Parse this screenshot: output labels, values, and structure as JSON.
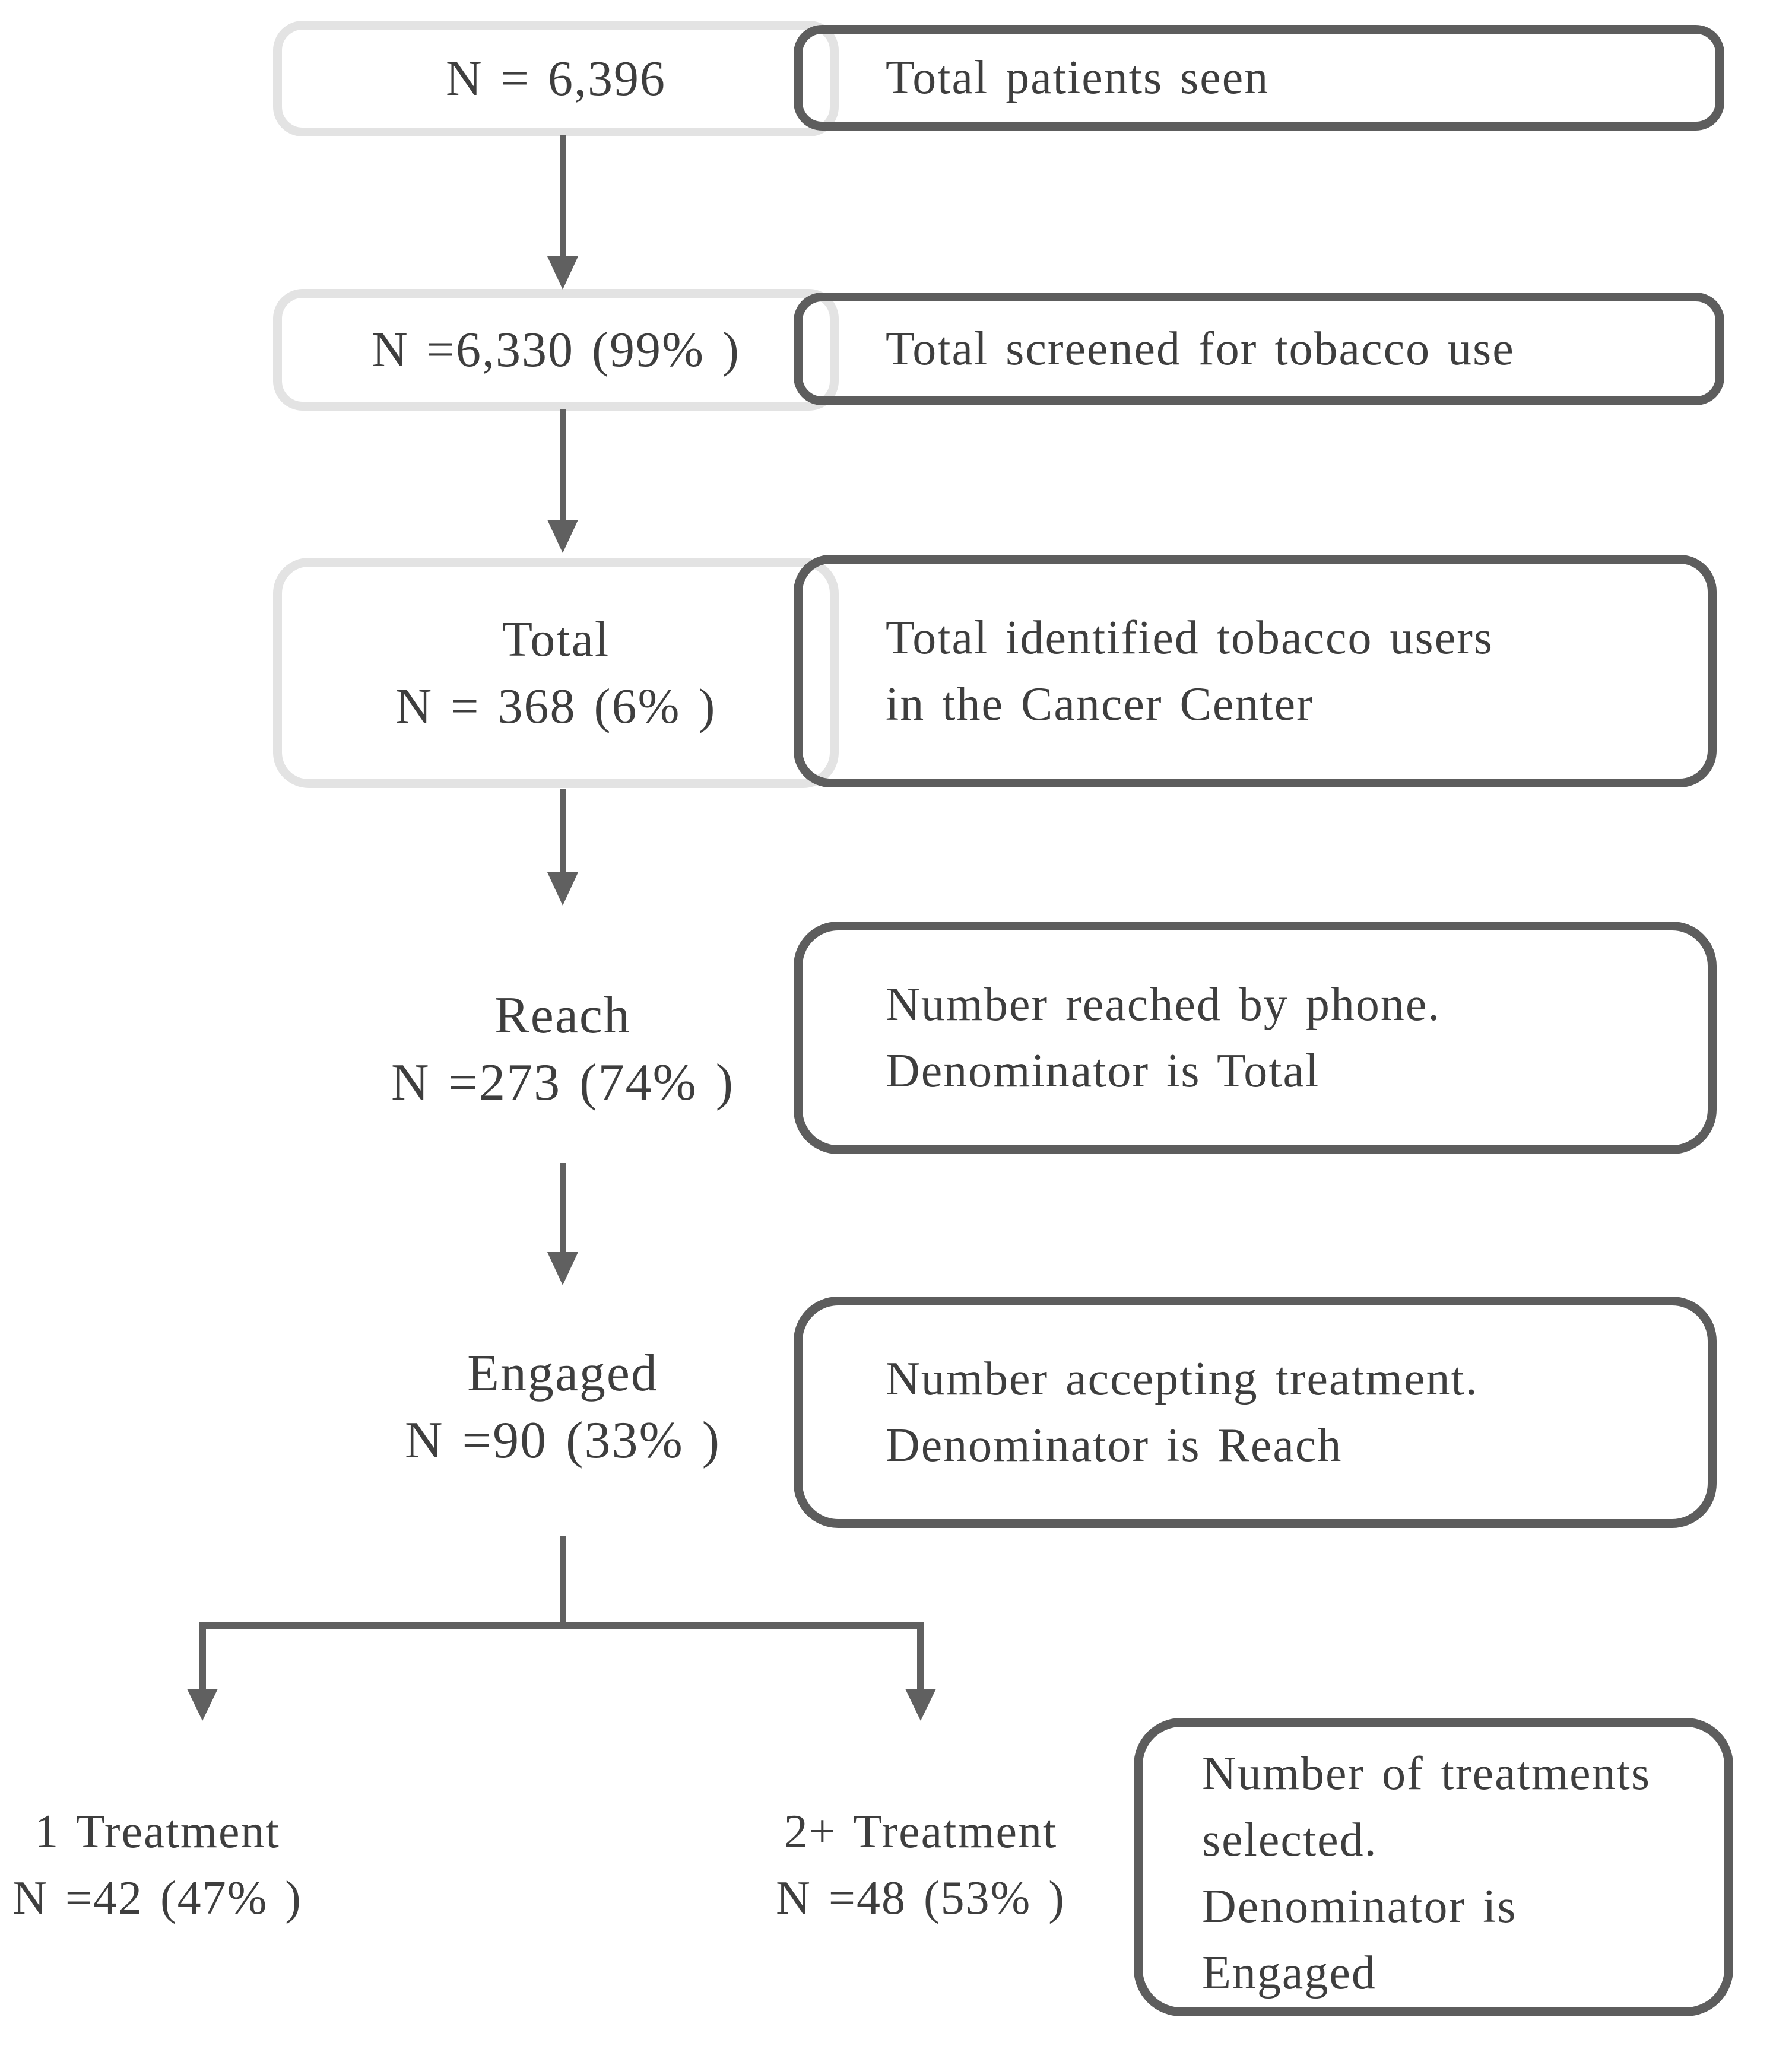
{
  "colors": {
    "light": "#e3e3e3",
    "dark": "#5d5d5d",
    "line": "#606060",
    "text": "#3e3e3e",
    "bg": "#ffffff"
  },
  "flow": {
    "steps": [
      {
        "id": "total-patients-seen",
        "label_lines": [
          "N = 6,396"
        ],
        "annotation_lines": [
          "Total patients seen"
        ]
      },
      {
        "id": "screened",
        "label_lines": [
          "N =6,330 (99% )"
        ],
        "annotation_lines": [
          "Total screened for tobacco use"
        ]
      },
      {
        "id": "total-tobacco-users",
        "label_lines": [
          "Total",
          "N = 368 (6% )"
        ],
        "annotation_lines": [
          "Total identified tobacco users",
          "in the Cancer Center"
        ]
      },
      {
        "id": "reach",
        "label_lines": [
          "Reach",
          "N =273 (74% )"
        ],
        "annotation_lines": [
          "Number reached by phone.",
          "Denominator is Total"
        ]
      },
      {
        "id": "engaged",
        "label_lines": [
          "Engaged",
          "N =90 (33% )"
        ],
        "annotation_lines": [
          "Number accepting treatment.",
          "Denominator is Reach"
        ]
      }
    ],
    "branches": [
      {
        "id": "one-treatment",
        "label_lines": [
          "1 Treatment",
          "N =42 (47% )"
        ]
      },
      {
        "id": "two-plus-treatment",
        "label_lines": [
          "2+ Treatment",
          "N =48 (53% )"
        ]
      }
    ],
    "branch_annotation_lines": [
      "Number of treatments",
      "selected.",
      "Denominator is",
      "Engaged"
    ]
  }
}
